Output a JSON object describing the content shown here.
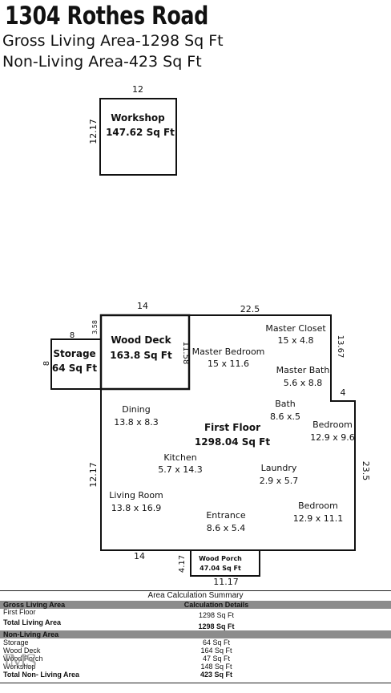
{
  "header": {
    "address": "1304 Rothes Road",
    "gross_line": "Gross Living Area-1298 Sq Ft",
    "non_living_line": "Non-Living Area-423 Sq Ft"
  },
  "workshop": {
    "name": "Workshop",
    "area": "147.62 Sq Ft",
    "dim_top": "12",
    "dim_side": "12.17"
  },
  "wood_deck": {
    "name": "Wood Deck",
    "area": "163.8 Sq Ft",
    "dim_top": "14",
    "dim_right": "11.58",
    "dim_left": "3.58"
  },
  "storage": {
    "name": "Storage",
    "area": "64 Sq Ft",
    "dim_top": "8",
    "dim_side": "8"
  },
  "first_floor": {
    "name": "First Floor",
    "area": "1298.04 Sq Ft",
    "dims": {
      "top": "22.5",
      "right_upper": "13.67",
      "notch": "4",
      "right": "23.5",
      "left": "12.17",
      "bottom_left": "14"
    }
  },
  "rooms": [
    {
      "name": "Master Closet",
      "size": "15 x 4.8"
    },
    {
      "name": "Master Bedroom",
      "size": "15 x 11.6"
    },
    {
      "name": "Master Bath",
      "size": "5.6 x 8.8"
    },
    {
      "name": "Dining",
      "size": "13.8 x 8.3"
    },
    {
      "name": "Bath",
      "size": "8.6 x.5"
    },
    {
      "name": "Bedroom",
      "size": "12.9 x 9.6"
    },
    {
      "name": "Kitchen",
      "size": "5.7 x 14.3"
    },
    {
      "name": "Laundry",
      "size": "2.9 x 5.7"
    },
    {
      "name": "Living Room",
      "size": "13.8 x 16.9"
    },
    {
      "name": "Bedroom",
      "size": "12.9 x 11.1"
    },
    {
      "name": "Entrance",
      "size": "8.6 x 5.4"
    }
  ],
  "wood_porch": {
    "name": "Wood Porch",
    "area": "47.04 Sq Ft",
    "dim_side": "4.17",
    "dim_bottom": "11.17"
  },
  "summary": {
    "title": "Area Calculation Summary",
    "gross_header": "Gross Living Area",
    "calc_header": "Calculation Details",
    "first_floor_label": "First Floor",
    "first_floor_value": "1298 Sq Ft",
    "total_living_label": "Total Living Area",
    "total_living_value": "1298 Sq Ft",
    "non_living_header": "Non-Living Area",
    "non_living_items": [
      {
        "label": "Storage",
        "value": "64 Sq Ft"
      },
      {
        "label": "Wood Deck",
        "value": "164 Sq Ft"
      },
      {
        "label": "Wood Porch",
        "value": "47 Sq Ft"
      },
      {
        "label": "Workshop",
        "value": "148 Sq Ft"
      }
    ],
    "total_non_living_label": "Total Non- Living Area",
    "total_non_living_value": "423 Sq Ft"
  },
  "watermark": "IMS"
}
